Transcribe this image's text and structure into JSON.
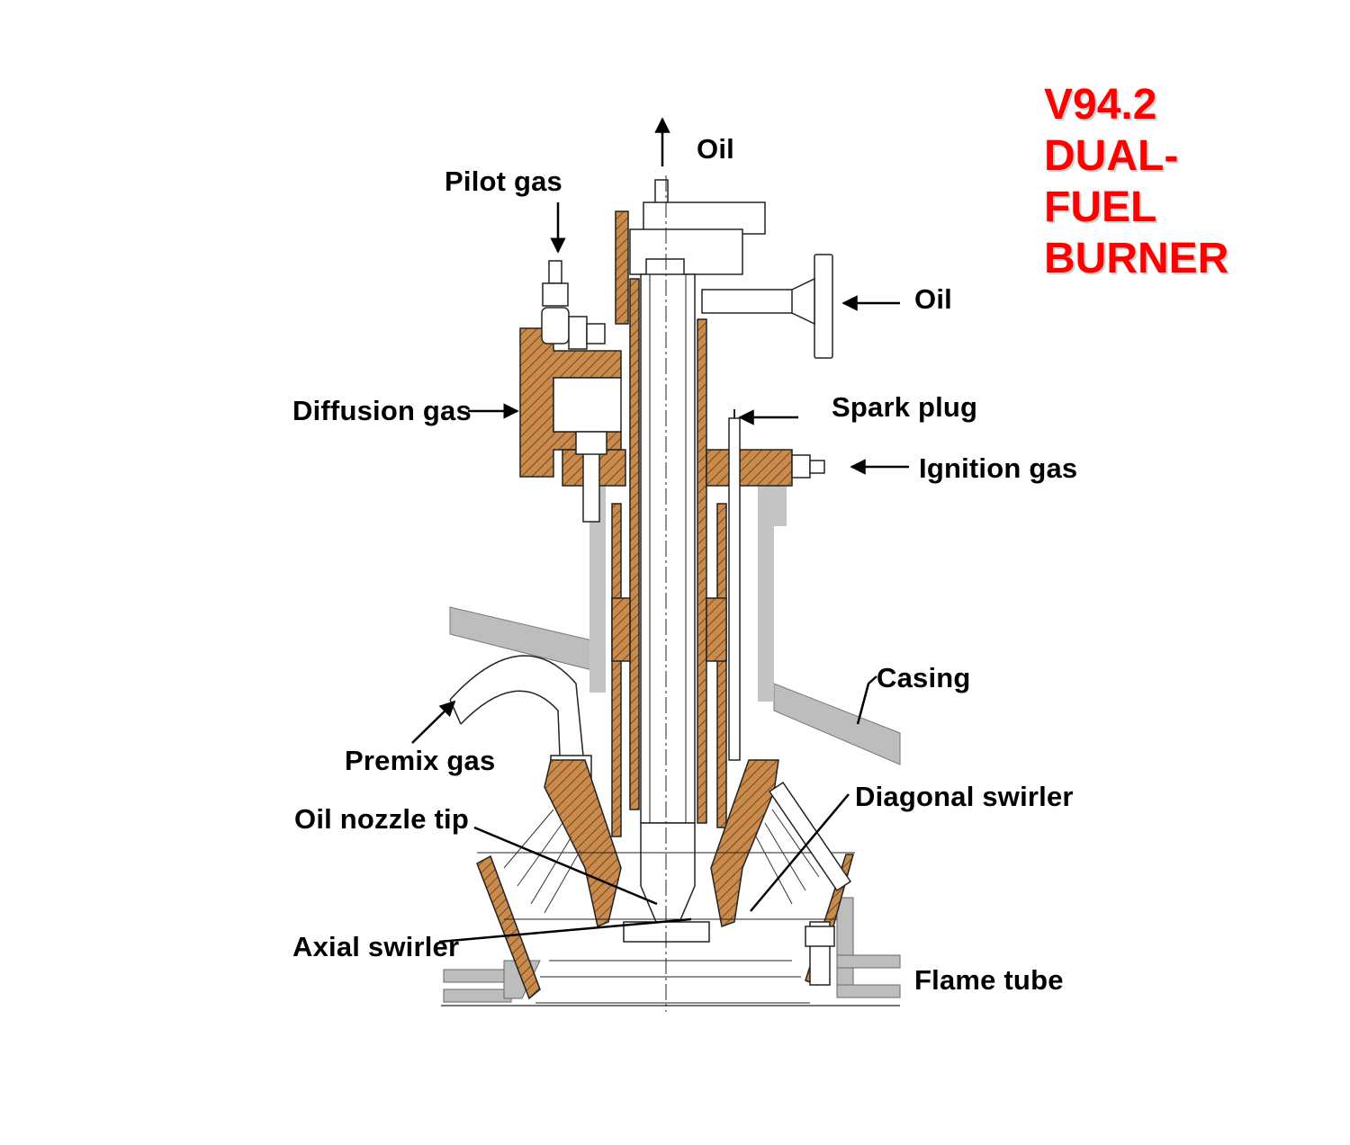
{
  "title": {
    "lines": [
      "V94.2",
      "DUAL-",
      "FUEL",
      "BURNER"
    ],
    "color": "#ff0000"
  },
  "labels": {
    "oil_top": "Oil",
    "pilot_gas": "Pilot gas",
    "oil_side": "Oil",
    "diffusion_gas": "Diffusion gas",
    "spark_plug": "Spark plug",
    "ignition_gas": "Ignition gas",
    "casing": "Casing",
    "premix_gas": "Premix gas",
    "diagonal_swirler": "Diagonal swirler",
    "oil_nozzle_tip": "Oil nozzle tip",
    "axial_swirler": "Axial swirler",
    "flame_tube": "Flame tube"
  },
  "colors": {
    "section_hatch": "#c98a4b",
    "casing_gray": "#bdbdbd",
    "line": "#111111",
    "label_text": "#000000"
  }
}
